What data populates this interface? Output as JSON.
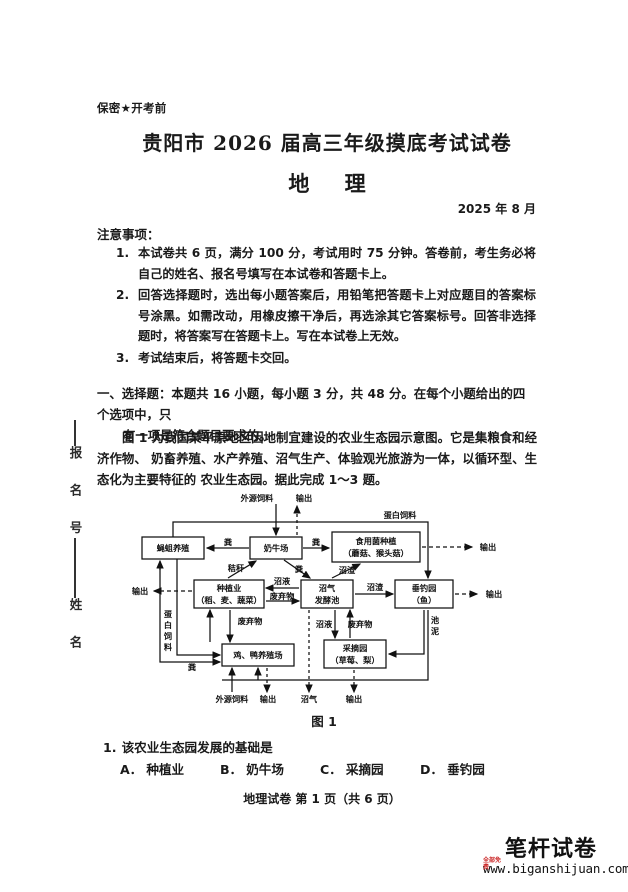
{
  "header": {
    "secret_notice": "保密★开考前",
    "main_title": "贵阳市 2026 届高三年级摸底考试试卷",
    "subject": "地 理",
    "date": "2025 年 8 月"
  },
  "seal": {
    "field_registration": "报 名 号",
    "field_name": "姓 名"
  },
  "notes": {
    "heading": "注意事项：",
    "items": [
      {
        "num": "1.",
        "text": "本试卷共 6 页，满分 100 分，考试用时 75 分钟。答卷前，考生务必将自己的姓名、报名号填写在本试卷和答题卡上。"
      },
      {
        "num": "2.",
        "text": "回答选择题时，选出每小题答案后，用铅笔把答题卡上对应题目的答案标号涂黑。如需改动，用橡皮擦干净后，再选涂其它答案标号。回答非选择题时，将答案写在答题卡上。写在本试卷上无效。"
      },
      {
        "num": "3.",
        "text": "考试结束后，将答题卡交回。"
      }
    ]
  },
  "section_one": {
    "label": "一、选择题：",
    "instruction": "本题共 16 小题，每小题 3 分，共 48 分。在每个小题给出的四个选项中，只",
    "instruction_cont": "有一项是符合题目要求的。"
  },
  "passage": {
    "line1": "图 1 为我国某平原地区因地制宜建设的农业生态园示意图。它是集粮食和经济作物、",
    "line2": "奶畜养殖、水产养殖、沼气生产、体验观光旅游为一体，以循环型、生态化为主要特征的",
    "line3": "农业生态园。据此完成 1～3 题。"
  },
  "figure": {
    "caption": "图 1",
    "nodes": {
      "maggot": "蝇蛆养殖",
      "dairy": "奶牛场",
      "mushroom_line1": "食用菌种植",
      "mushroom_line2": "（蘑菇、猴头菇）",
      "planting_line1": "种植业",
      "planting_line2": "（稻、麦、蔬菜）",
      "biogas_line1": "沼气",
      "biogas_line2": "发酵池",
      "fishing_line1": "垂钓园",
      "fishing_line2": "（鱼）",
      "poultry": "鸡、鸭养殖场",
      "picking_line1": "采摘园",
      "picking_line2": "（草莓、梨）"
    },
    "edge_labels": {
      "external_feed_top": "外源饲料",
      "output_top": "输出",
      "protein_feed_top": "蛋白饲料",
      "manure_left": "粪",
      "manure_right": "粪",
      "manure_down": "粪",
      "output_right_top": "输出",
      "straw": "秸秆",
      "biogas_slurry_left": "沼液",
      "waste_left": "废弃物",
      "biogas_residue_mushroom": "沼渣",
      "biogas_residue_fish": "沼渣",
      "output_left": "输出",
      "output_right_mid": "输出",
      "protein_feed_vertical": "蛋白饲料",
      "waste_down": "废弃物",
      "biogas_slurry_picking": "沼液",
      "waste_picking": "废弃物",
      "pond_mud": "池泥",
      "manure_bottom": "粪",
      "external_feed_bottom": "外源饲料",
      "output_bottom_1": "输出",
      "biogas_bottom": "沼气",
      "output_bottom_2": "输出"
    }
  },
  "question": {
    "num": "1.",
    "stem": "该农业生态园发展的基础是",
    "options": [
      {
        "label": "A．",
        "text": "种植业"
      },
      {
        "label": "B．",
        "text": "奶牛场"
      },
      {
        "label": "C．",
        "text": "采摘园"
      },
      {
        "label": "D．",
        "text": "垂钓园"
      }
    ]
  },
  "footer": {
    "text": "地理试卷  第 1 页（共 6 页）"
  },
  "watermark": {
    "brand": "笔杆试卷",
    "url": "www.biganshijuan.com",
    "free_badge": "全部免费",
    "accent_color": "#cc2b2b"
  }
}
